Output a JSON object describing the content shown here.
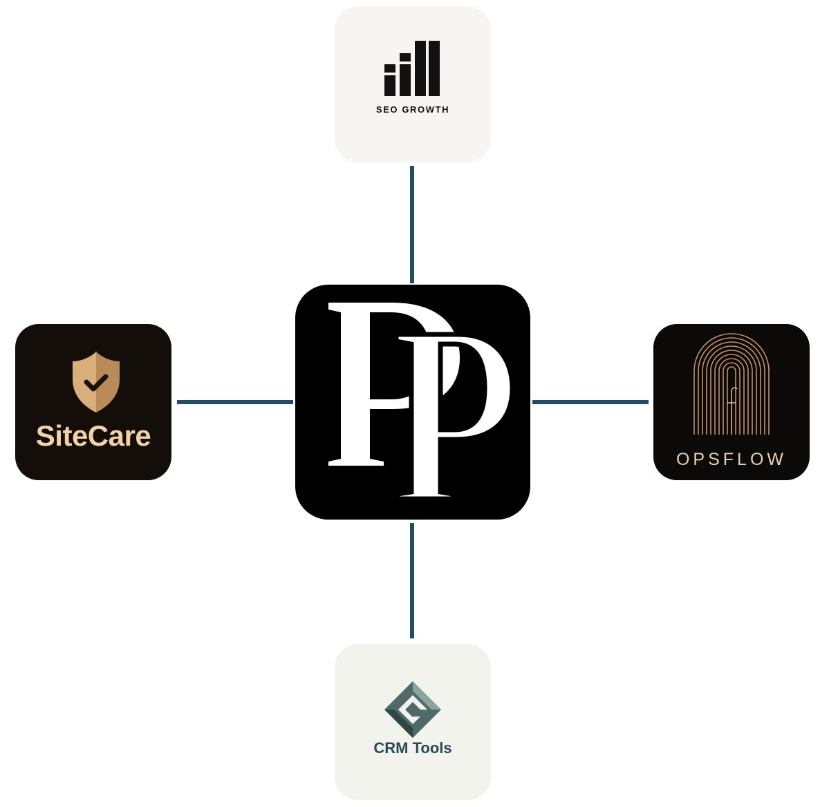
{
  "hub": {
    "logo_text": "PP",
    "icon": "pp-monogram-icon"
  },
  "nodes": {
    "top": {
      "label": "SEO GROWTH",
      "icon": "bar-chart-icon"
    },
    "left": {
      "label": "SiteCare",
      "icon": "shield-check-icon"
    },
    "right": {
      "label": "OPSFLOW",
      "icon": "arch-lines-icon"
    },
    "bottom": {
      "label": "CRM Tools",
      "icon": "diamond-g-icon"
    }
  },
  "colors": {
    "connector": "#1f4e66",
    "hub_background": "#000000",
    "sitecare_accent": "#f2d2a6",
    "opsflow_accent": "#c8915f",
    "crm_accent": "#2c4a55"
  }
}
